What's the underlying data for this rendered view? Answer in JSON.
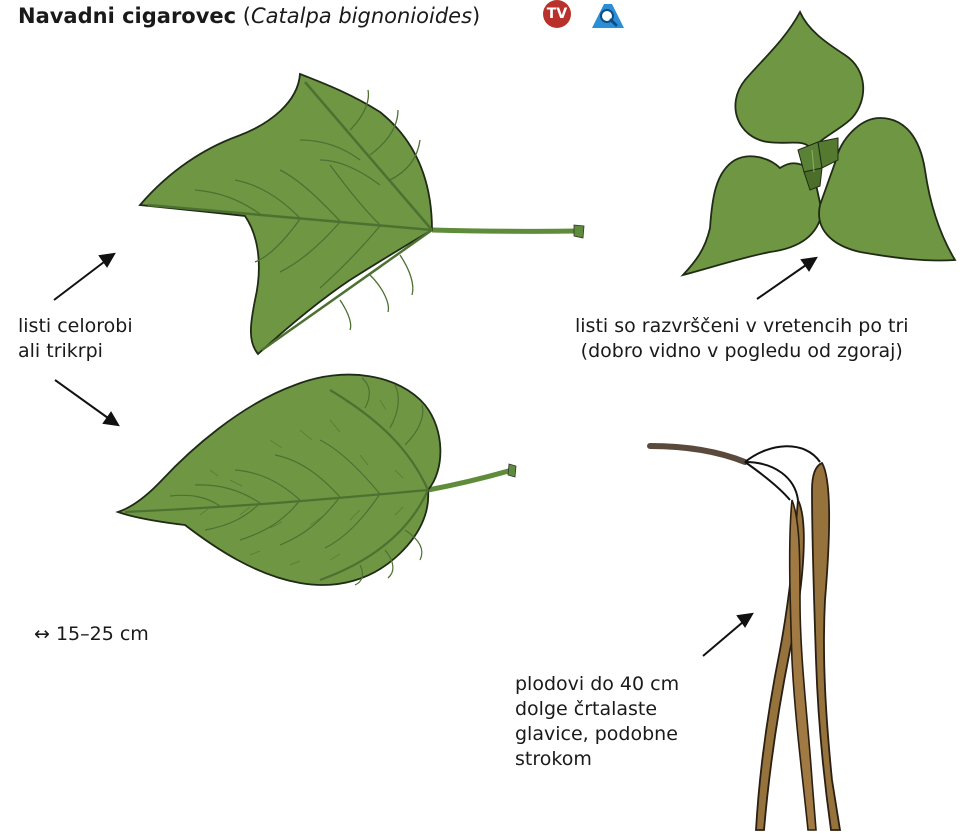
{
  "header": {
    "common_name": "Navadni cigarovec",
    "paren_open": " (",
    "latin_name": "Catalpa bignonioides",
    "paren_close": ")",
    "tv_badge": "TV",
    "search_icon": "search-icon"
  },
  "labels": {
    "leaves": [
      "listi celorobi",
      "ali trikrpi"
    ],
    "whorl": [
      "listi so razvrščeni v vretencih po tri",
      "(dobro vidno v pogledu od zgoraj)"
    ],
    "size": "↔ 15–25 cm",
    "fruits": [
      "plodovi do 40 cm",
      "dolge črtalaste",
      "glavice, podobne",
      "strokom"
    ]
  },
  "colors": {
    "leaf_fill": "#6f9643",
    "leaf_vein": "#4d7131",
    "petiole": "#5f8c3a",
    "pod_fill": "#96723c",
    "pod_outline": "#2a1f12",
    "branch": "#5a4a3d",
    "tv_badge": "#b8322b",
    "search_badge": "#2a8fd6"
  }
}
